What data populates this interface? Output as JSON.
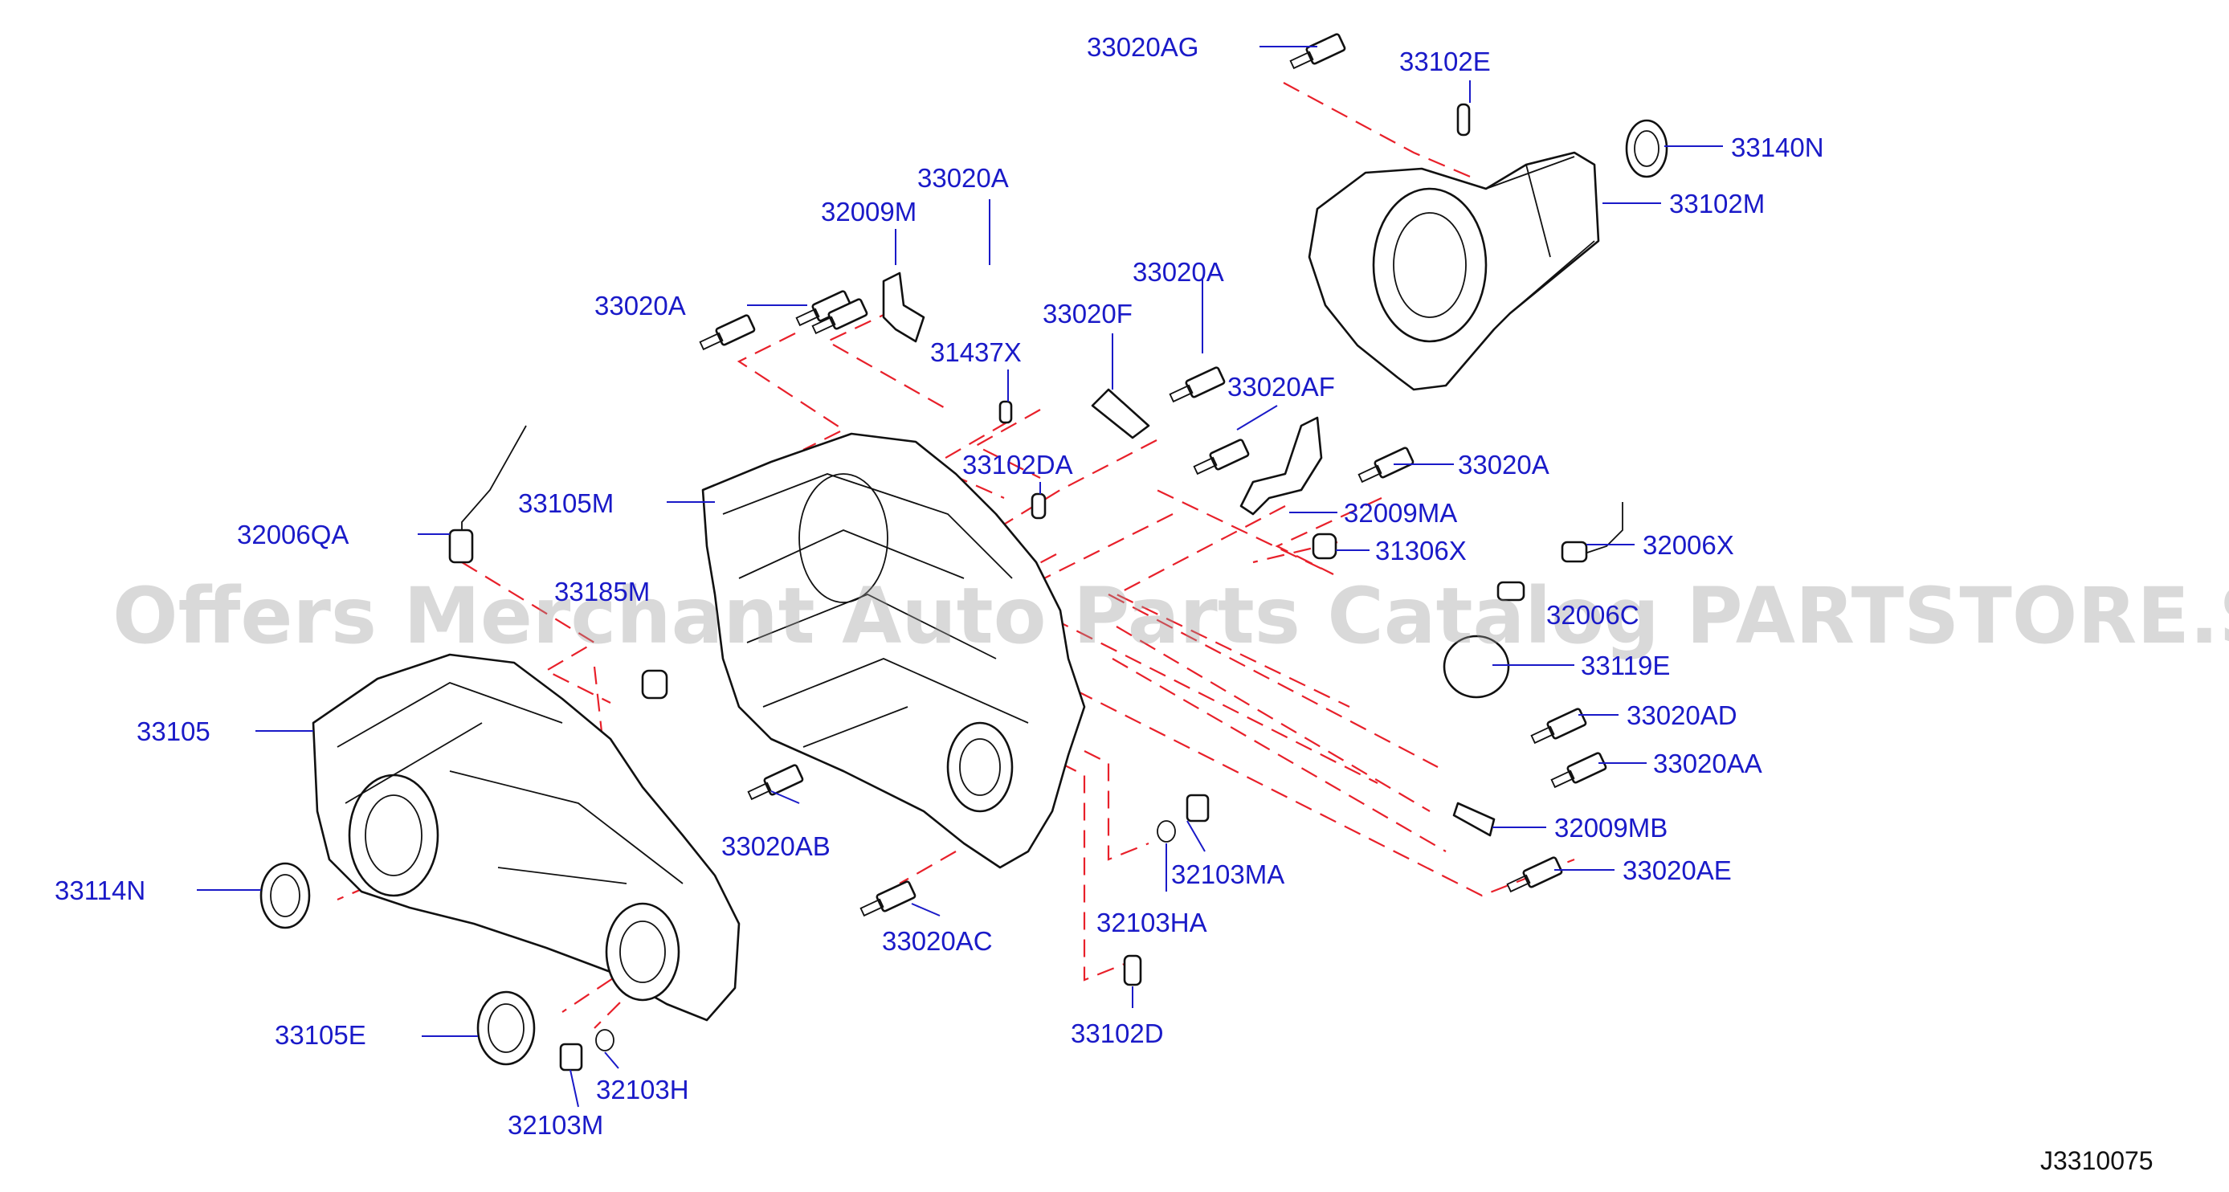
{
  "diagram_code": "J3310075",
  "watermark": "Offers Merchant Auto Parts Catalog PARTSTORE.SA",
  "labels": {
    "p33020AG": "33020AG",
    "p33102E": "33102E",
    "p33140N": "33140N",
    "p33102M": "33102M",
    "p33020A_top": "33020A",
    "p32009M": "32009M",
    "p33020A_left": "33020A",
    "p33020A_mid": "33020A",
    "p33020F": "33020F",
    "p31437X": "31437X",
    "p33020AF": "33020AF",
    "p33020A_right": "33020A",
    "p33102DA": "33102DA",
    "p33105M": "33105M",
    "p32009MA": "32009MA",
    "p32006QA": "32006QA",
    "p31306X": "31306X",
    "p32006X": "32006X",
    "p33185M": "33185M",
    "p32006C": "32006C",
    "p33119E": "33119E",
    "p33105": "33105",
    "p33020AD": "33020AD",
    "p33020AA": "33020AA",
    "p33020AB": "33020AB",
    "p32009MB": "32009MB",
    "p33114N": "33114N",
    "p32103MA": "32103MA",
    "p33020AE": "33020AE",
    "p33020AC": "33020AC",
    "p32103HA": "32103HA",
    "p33105E": "33105E",
    "p33102D": "33102D",
    "p32103H": "32103H",
    "p32103M": "32103M"
  },
  "colors": {
    "label": "#1a1ac8",
    "leader": "#1a1ac8",
    "dashed_guide": "#e8202a",
    "part_outline": "#111111",
    "watermark": "#9a9a9a"
  }
}
